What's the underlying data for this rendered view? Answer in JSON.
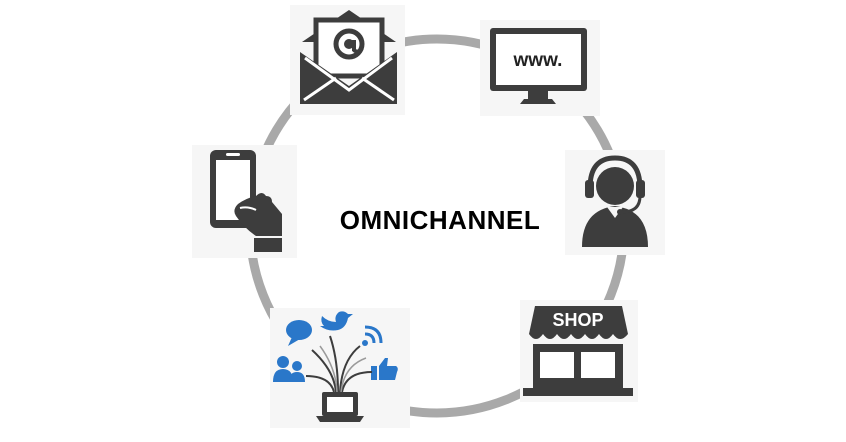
{
  "diagram": {
    "center_label": "OMNICHANNEL",
    "ring_color": "#a9a9a9",
    "icon_color": "#3d3d3d",
    "social_color": "#2a77c9",
    "channels": [
      {
        "icon": "email-envelope-icon",
        "text": "@"
      },
      {
        "icon": "website-monitor-icon",
        "text": "www."
      },
      {
        "icon": "call-center-agent-icon",
        "text": ""
      },
      {
        "icon": "shop-storefront-icon",
        "text": "SHOP"
      },
      {
        "icon": "social-media-network-icon",
        "text": ""
      },
      {
        "icon": "mobile-phone-icon",
        "text": ""
      }
    ]
  }
}
